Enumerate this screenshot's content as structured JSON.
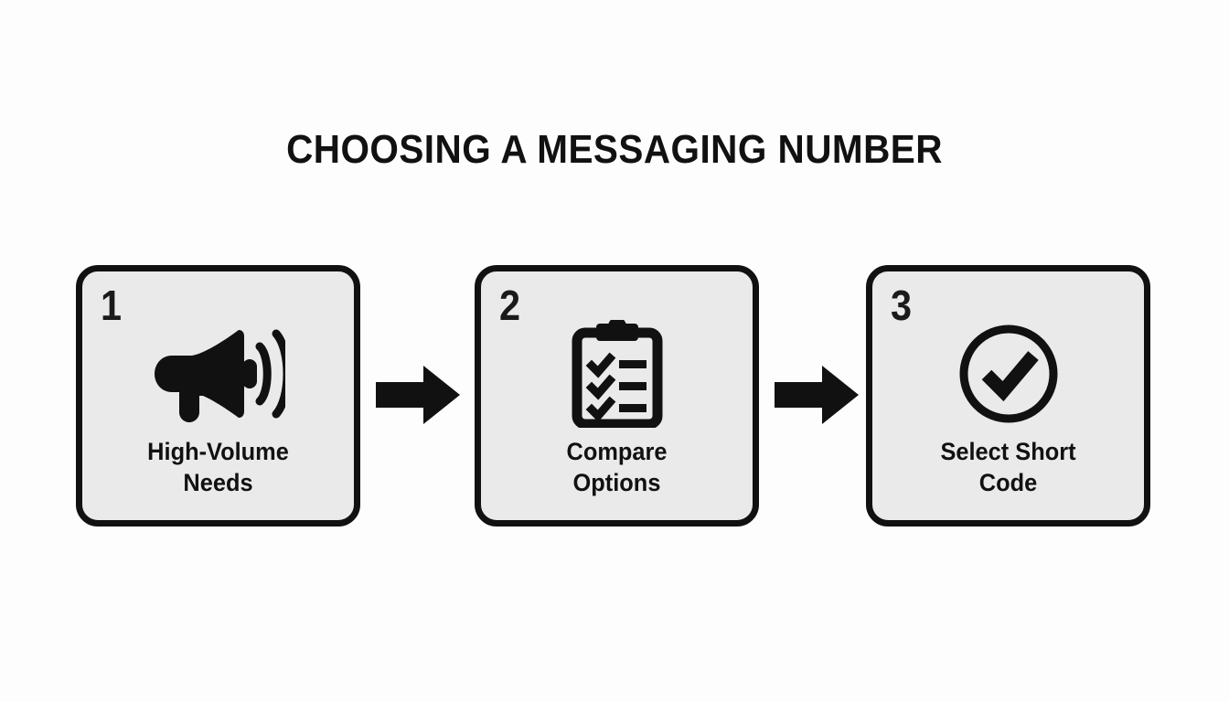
{
  "page": {
    "title": "CHOOSING A MESSAGING NUMBER",
    "background_color": "#fdfdfd",
    "card_fill_color": "#eaeaea",
    "ink_color": "#111111"
  },
  "steps": [
    {
      "number": "1",
      "icon": "megaphone-icon",
      "label": "High-Volume\nNeeds"
    },
    {
      "number": "2",
      "icon": "clipboard-checklist-icon",
      "label": "Compare\nOptions"
    },
    {
      "number": "3",
      "icon": "check-circle-icon",
      "label": "Select Short\nCode"
    }
  ],
  "connectors": [
    {
      "icon": "arrow-right-icon"
    },
    {
      "icon": "arrow-right-icon"
    }
  ]
}
